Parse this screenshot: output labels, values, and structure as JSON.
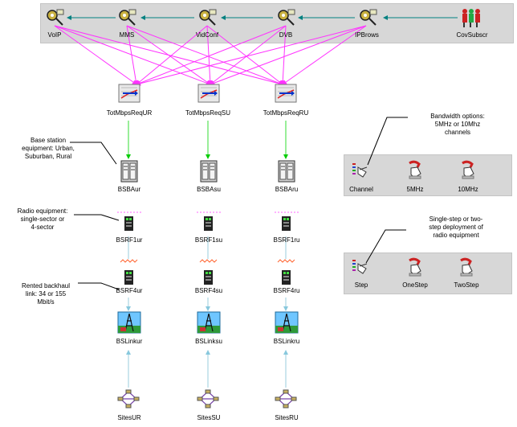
{
  "top_services": {
    "voip": "VoIP",
    "mms": "MMS",
    "vidconf": "VidConf",
    "dvb": "DVB",
    "ipbrows": "IPBrows",
    "covsubscr": "CovSubscr"
  },
  "requirements": {
    "ur": "TotMbpsReqUR",
    "su": "TotMbpsReqSU",
    "ru": "TotMbpsReqRU"
  },
  "base_stations": {
    "ur": "BSBAur",
    "su": "BSBAsu",
    "ru": "BSBAru"
  },
  "radio_1sector": {
    "ur": "BSRF1ur",
    "su": "BSRF1su",
    "ru": "BSRF1ru"
  },
  "radio_4sector": {
    "ur": "BSRF4ur",
    "su": "BSRF4su",
    "ru": "BSRF4ru"
  },
  "links": {
    "ur": "BSLinkur",
    "su": "BSLinksu",
    "ru": "BSLinkru"
  },
  "sites": {
    "ur": "SitesUR",
    "su": "SitesSU",
    "ru": "SitesRU"
  },
  "annotations": {
    "base_station": [
      "Base station",
      "equipment: Urban,",
      "Suburban, Rural"
    ],
    "radio": [
      "Radio equipment:",
      "single-sector or",
      "4-sector"
    ],
    "backhaul": [
      "Rented backhaul",
      "link: 34 or 155",
      "Mbit/s"
    ],
    "bandwidth": [
      "Bandwidth options:",
      "5MHz or 10Mhz",
      "channels"
    ],
    "step": [
      "Single-step or two-",
      "step deployment of",
      "radio equipment"
    ]
  },
  "channel_options": {
    "decision": "Channel",
    "opt1": "5MHz",
    "opt2": "10MHz"
  },
  "step_options": {
    "decision": "Step",
    "opt1": "OneStep",
    "opt2": "TwoStep"
  },
  "colors": {
    "panel": "#d7d7d7",
    "service_arrow": "#008080",
    "fanout_arrow": "#ff33ff",
    "req_arrow": "#00dd00",
    "link_arrow": "#99ccdd"
  }
}
